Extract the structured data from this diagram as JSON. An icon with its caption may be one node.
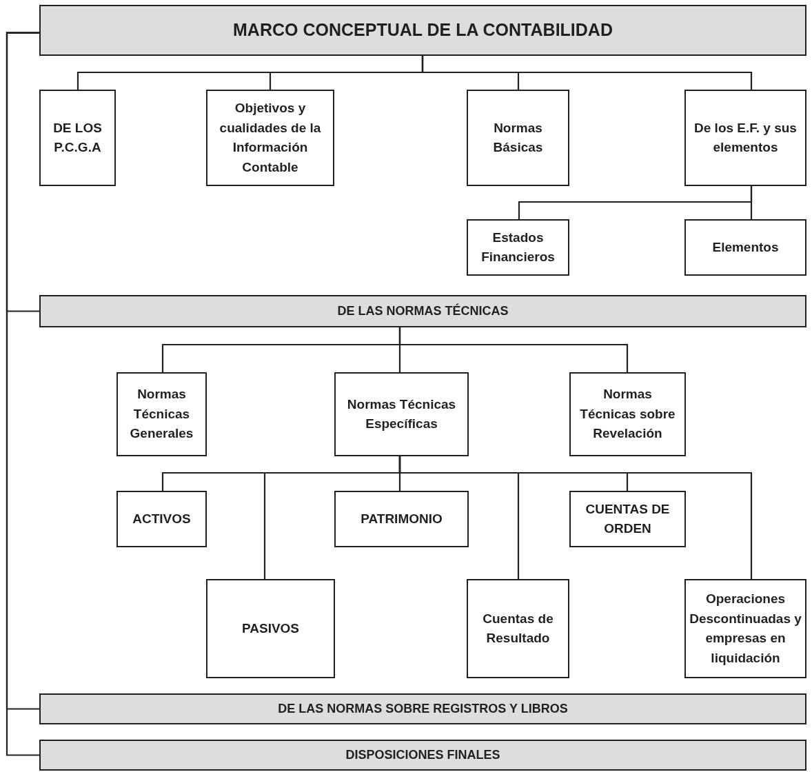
{
  "diagram": {
    "nodes": [
      {
        "text": [
          "MARCO CONCEPTUAL DE LA CONTABILIDAD"
        ]
      },
      {
        "text": [
          "DE LOS P.C.G.A"
        ]
      },
      {
        "text": [
          "Objetivos y cualidades de la Información Contable"
        ]
      },
      {
        "text": [
          "Normas Básicas"
        ]
      },
      {
        "text": [
          "De los E.F.  y sus elementos"
        ]
      },
      {
        "text": [
          "Estados Financieros"
        ]
      },
      {
        "text": [
          "Elementos"
        ]
      },
      {
        "text": [
          "DE LAS NORMAS TÉCNICAS"
        ]
      },
      {
        "text": [
          "Normas Técnicas Generales"
        ]
      },
      {
        "text": [
          "Normas Técnicas Específicas"
        ]
      },
      {
        "text": [
          "Normas Técnicas sobre Revelación"
        ]
      },
      {
        "text": [
          "ACTIVOS"
        ]
      },
      {
        "text": [
          "PASIVOS"
        ]
      },
      {
        "text": [
          "PATRIMONIO"
        ]
      },
      {
        "text": [
          "Cuentas de Resultado"
        ]
      },
      {
        "text": [
          "CUENTAS DE ORDEN"
        ]
      },
      {
        "text": [
          "Operaciones Descontinuadas y empresas en liquidación"
        ]
      },
      {
        "text": [
          "DE LAS NORMAS SOBRE REGISTROS Y LIBROS"
        ]
      },
      {
        "text": [
          "DISPOSICIONES FINALES"
        ]
      }
    ],
    "edges": [
      {
        "from": 0,
        "to": 1,
        "arrow": "none"
      },
      {
        "from": 0,
        "to": 2,
        "arrow": "none"
      },
      {
        "from": 0,
        "to": 3,
        "arrow": "none"
      },
      {
        "from": 0,
        "to": 4,
        "arrow": "none"
      },
      {
        "from": 4,
        "to": 5,
        "arrow": "none"
      },
      {
        "from": 4,
        "to": 6,
        "arrow": "none"
      },
      {
        "from": 0,
        "to": 7,
        "arrow": "none"
      },
      {
        "from": 7,
        "to": 8,
        "arrow": "none"
      },
      {
        "from": 7,
        "to": 9,
        "arrow": "none"
      },
      {
        "from": 7,
        "to": 10,
        "arrow": "none"
      },
      {
        "from": 9,
        "to": 11,
        "arrow": "none"
      },
      {
        "from": 9,
        "to": 12,
        "arrow": "none"
      },
      {
        "from": 9,
        "to": 13,
        "arrow": "none"
      },
      {
        "from": 9,
        "to": 14,
        "arrow": "none"
      },
      {
        "from": 9,
        "to": 15,
        "arrow": "none"
      },
      {
        "from": 9,
        "to": 16,
        "arrow": "none"
      },
      {
        "from": 0,
        "to": 17,
        "arrow": "none"
      },
      {
        "from": 0,
        "to": 18,
        "arrow": "none"
      }
    ]
  }
}
